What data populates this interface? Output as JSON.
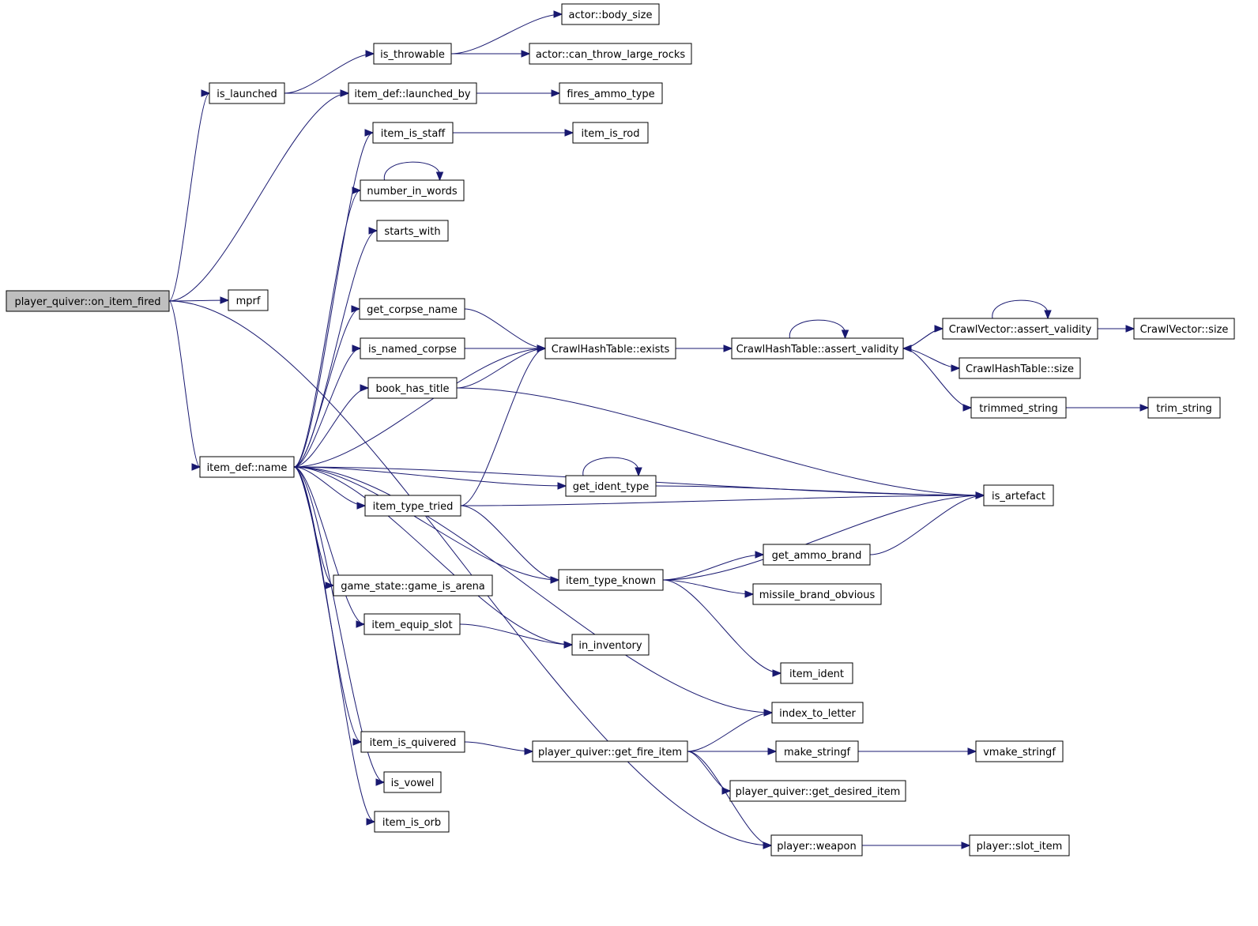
{
  "diagram": {
    "type": "call-graph",
    "colors": {
      "edge": "#191970",
      "node_border": "#000000",
      "root_fill": "#bfbfbf",
      "node_fill": "#ffffff"
    },
    "nodes": [
      {
        "id": "root",
        "label": "player_quiver::on_item_fired",
        "root": true
      },
      {
        "id": "is_launched",
        "label": "is_launched"
      },
      {
        "id": "is_throwable",
        "label": "is_throwable"
      },
      {
        "id": "body_size",
        "label": "actor::body_size"
      },
      {
        "id": "can_throw",
        "label": "actor::can_throw_large_rocks"
      },
      {
        "id": "launched_by",
        "label": "item_def::launched_by"
      },
      {
        "id": "fires_ammo",
        "label": "fires_ammo_type"
      },
      {
        "id": "item_is_staff",
        "label": "item_is_staff"
      },
      {
        "id": "item_is_rod",
        "label": "item_is_rod"
      },
      {
        "id": "number_in_words",
        "label": "number_in_words"
      },
      {
        "id": "starts_with",
        "label": "starts_with"
      },
      {
        "id": "mprf",
        "label": "mprf"
      },
      {
        "id": "get_corpse_name",
        "label": "get_corpse_name"
      },
      {
        "id": "is_named_corpse",
        "label": "is_named_corpse"
      },
      {
        "id": "book_has_title",
        "label": "book_has_title"
      },
      {
        "id": "ht_exists",
        "label": "CrawlHashTable::exists"
      },
      {
        "id": "ht_assert",
        "label": "CrawlHashTable::assert_validity"
      },
      {
        "id": "cv_assert",
        "label": "CrawlVector::assert_validity"
      },
      {
        "id": "cv_size",
        "label": "CrawlVector::size"
      },
      {
        "id": "ht_size",
        "label": "CrawlHashTable::size"
      },
      {
        "id": "trimmed_string",
        "label": "trimmed_string"
      },
      {
        "id": "trim_string",
        "label": "trim_string"
      },
      {
        "id": "item_def_name",
        "label": "item_def::name"
      },
      {
        "id": "get_ident_type",
        "label": "get_ident_type"
      },
      {
        "id": "is_artefact",
        "label": "is_artefact"
      },
      {
        "id": "item_type_tried",
        "label": "item_type_tried"
      },
      {
        "id": "get_ammo_brand",
        "label": "get_ammo_brand"
      },
      {
        "id": "game_is_arena",
        "label": "game_state::game_is_arena"
      },
      {
        "id": "item_type_known",
        "label": "item_type_known"
      },
      {
        "id": "missile_brand_obvious",
        "label": "missile_brand_obvious"
      },
      {
        "id": "item_equip_slot",
        "label": "item_equip_slot"
      },
      {
        "id": "in_inventory",
        "label": "in_inventory"
      },
      {
        "id": "item_ident",
        "label": "item_ident"
      },
      {
        "id": "index_to_letter",
        "label": "index_to_letter"
      },
      {
        "id": "item_is_quivered",
        "label": "item_is_quivered"
      },
      {
        "id": "get_fire_item",
        "label": "player_quiver::get_fire_item"
      },
      {
        "id": "make_stringf",
        "label": "make_stringf"
      },
      {
        "id": "vmake_stringf",
        "label": "vmake_stringf"
      },
      {
        "id": "get_desired_item",
        "label": "player_quiver::get_desired_item"
      },
      {
        "id": "is_vowel",
        "label": "is_vowel"
      },
      {
        "id": "item_is_orb",
        "label": "item_is_orb"
      },
      {
        "id": "player_weapon",
        "label": "player::weapon"
      },
      {
        "id": "slot_item",
        "label": "player::slot_item"
      }
    ],
    "edges": [
      [
        "root",
        "is_launched"
      ],
      [
        "root",
        "launched_by"
      ],
      [
        "root",
        "mprf"
      ],
      [
        "root",
        "item_def_name"
      ],
      [
        "root",
        "player_weapon"
      ],
      [
        "is_launched",
        "is_throwable"
      ],
      [
        "is_launched",
        "launched_by"
      ],
      [
        "is_throwable",
        "body_size"
      ],
      [
        "is_throwable",
        "can_throw"
      ],
      [
        "launched_by",
        "fires_ammo"
      ],
      [
        "item_is_staff",
        "item_is_rod"
      ],
      [
        "number_in_words",
        "number_in_words"
      ],
      [
        "get_corpse_name",
        "ht_exists"
      ],
      [
        "is_named_corpse",
        "ht_exists"
      ],
      [
        "book_has_title",
        "ht_exists"
      ],
      [
        "book_has_title",
        "is_artefact"
      ],
      [
        "ht_exists",
        "ht_assert"
      ],
      [
        "ht_assert",
        "ht_assert"
      ],
      [
        "ht_assert",
        "cv_assert"
      ],
      [
        "ht_assert",
        "ht_size"
      ],
      [
        "ht_assert",
        "trimmed_string"
      ],
      [
        "cv_assert",
        "cv_assert"
      ],
      [
        "cv_assert",
        "ht_assert"
      ],
      [
        "cv_assert",
        "cv_size"
      ],
      [
        "trimmed_string",
        "trim_string"
      ],
      [
        "item_def_name",
        "item_is_staff"
      ],
      [
        "item_def_name",
        "number_in_words"
      ],
      [
        "item_def_name",
        "starts_with"
      ],
      [
        "item_def_name",
        "ht_exists"
      ],
      [
        "item_def_name",
        "get_corpse_name"
      ],
      [
        "item_def_name",
        "is_named_corpse"
      ],
      [
        "item_def_name",
        "book_has_title"
      ],
      [
        "item_def_name",
        "is_artefact"
      ],
      [
        "item_def_name",
        "get_ident_type"
      ],
      [
        "item_def_name",
        "item_type_tried"
      ],
      [
        "item_def_name",
        "item_type_known"
      ],
      [
        "item_def_name",
        "game_is_arena"
      ],
      [
        "item_def_name",
        "item_equip_slot"
      ],
      [
        "item_def_name",
        "in_inventory"
      ],
      [
        "item_def_name",
        "index_to_letter"
      ],
      [
        "item_def_name",
        "item_is_quivered"
      ],
      [
        "item_def_name",
        "is_vowel"
      ],
      [
        "item_def_name",
        "item_is_orb"
      ],
      [
        "get_ident_type",
        "get_ident_type"
      ],
      [
        "get_ident_type",
        "is_artefact"
      ],
      [
        "item_type_tried",
        "ht_exists"
      ],
      [
        "item_type_tried",
        "is_artefact"
      ],
      [
        "item_type_tried",
        "item_type_known"
      ],
      [
        "item_type_known",
        "get_ammo_brand"
      ],
      [
        "item_type_known",
        "missile_brand_obvious"
      ],
      [
        "item_type_known",
        "is_artefact"
      ],
      [
        "item_type_known",
        "item_ident"
      ],
      [
        "get_ammo_brand",
        "is_artefact"
      ],
      [
        "item_equip_slot",
        "in_inventory"
      ],
      [
        "item_is_quivered",
        "get_fire_item"
      ],
      [
        "get_fire_item",
        "index_to_letter"
      ],
      [
        "get_fire_item",
        "make_stringf"
      ],
      [
        "get_fire_item",
        "get_desired_item"
      ],
      [
        "get_fire_item",
        "player_weapon"
      ],
      [
        "make_stringf",
        "vmake_stringf"
      ],
      [
        "player_weapon",
        "slot_item"
      ]
    ]
  }
}
